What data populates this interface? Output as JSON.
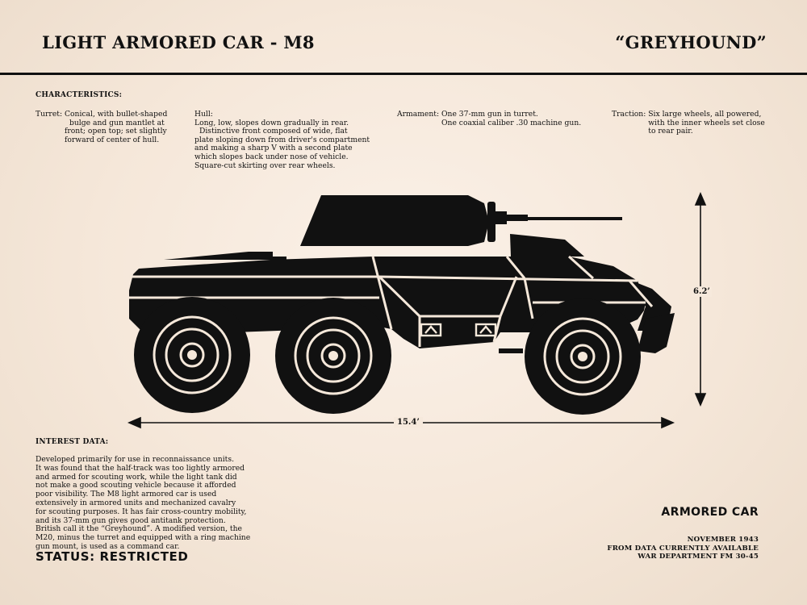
{
  "header": {
    "title": "LIGHT ARMORED CAR - M8",
    "nickname": "“GREYHOUND”"
  },
  "characteristics": {
    "heading": "CHARACTERISTICS:",
    "turret": {
      "label": "Turret:",
      "lines": [
        "Conical, with bullet-shaped",
        "bulge and gun mantlet at",
        "front; open top; set slightly",
        "forward of center of hull."
      ]
    },
    "hull": {
      "label": "Hull:",
      "lines": [
        "Long, low, slopes down gradually in rear.",
        "Distinctive front composed of wide, flat",
        "plate sloping down from driver's compartment",
        "and making a sharp V with a second plate",
        "which slopes back under nose of vehicle.",
        "Square-cut skirting over rear wheels."
      ]
    },
    "armament": {
      "label": "Armament:",
      "lines": [
        "One 37-mm gun in turret.",
        "One coaxial caliber .30 machine gun."
      ]
    },
    "traction": {
      "label": "Traction:",
      "lines": [
        "Six large wheels, all powered,",
        "with the inner wheels set close",
        "to rear pair."
      ]
    }
  },
  "dimensions": {
    "height": "6.2’",
    "length": "15.4’"
  },
  "interest": {
    "heading": "INTEREST DATA:",
    "lines": [
      "Developed primarily for use in reconnaissance units.",
      "It was found that the half-track was too lightly armored",
      "and armed for scouting work, while the light tank did",
      "not make a good scouting vehicle because it afforded",
      "poor visibility. The M8 light armored car is used",
      "extensively in armored units and mechanized cavalry",
      "for scouting purposes. It has fair cross-country mobility,",
      "and its 37-mm gun gives good antitank protection.",
      "British call it the “Greyhound”. A modified version, the",
      "M20, minus the turret and equipped with a ring machine",
      "gun mount, is used as a command car."
    ]
  },
  "status": "STATUS: RESTRICTED",
  "category": "ARMORED CAR",
  "footer": {
    "lines": [
      "NOVEMBER 1943",
      "FROM DATA CURRENTLY AVAILABLE",
      "WAR DEPARTMENT FM 30-45"
    ]
  },
  "colors": {
    "ink": "#111111",
    "paper": "#f7eadd"
  }
}
